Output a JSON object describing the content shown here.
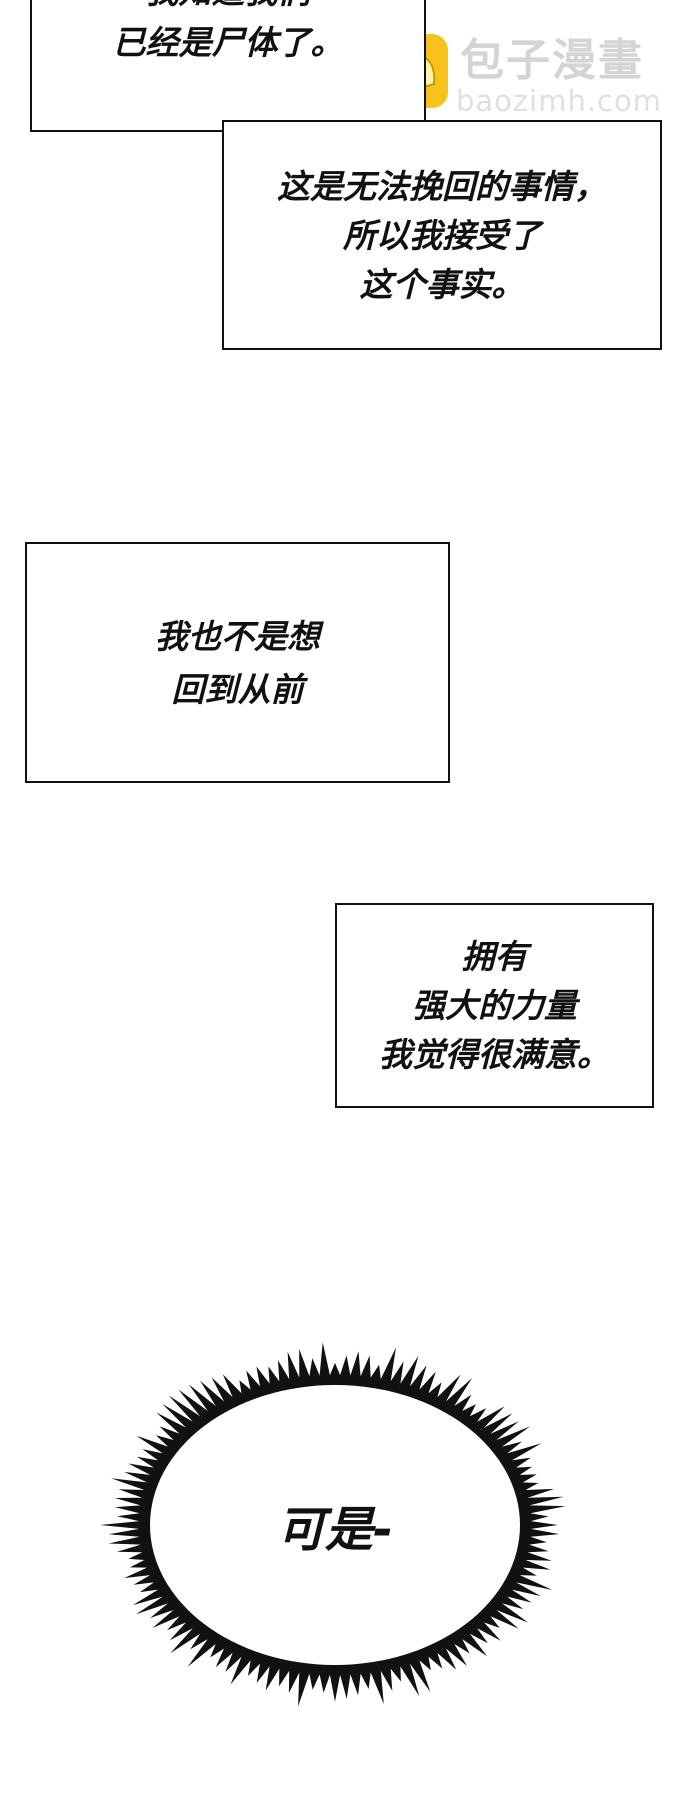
{
  "watermark": {
    "name": "包子漫畫",
    "url": "baozimh.com",
    "logo_icon": "bun-mascot-icon",
    "logo_color": "#f7c21c"
  },
  "captions": [
    {
      "lines": [
        "我知道我们",
        "已经是尸体了。"
      ]
    },
    {
      "lines": [
        "这是无法挽回的事情，",
        "所以我接受了",
        "这个事实。"
      ]
    },
    {
      "lines": [
        "我也不是想",
        "回到从前"
      ]
    },
    {
      "lines": [
        "拥有",
        "强大的力量",
        "我觉得很满意。"
      ]
    }
  ],
  "burst": {
    "text": "可是-",
    "icon": "spiky-burst-ring-icon"
  },
  "colors": {
    "ink": "#111111",
    "paper": "#ffffff",
    "watermark_text": "#d4d4d4"
  }
}
